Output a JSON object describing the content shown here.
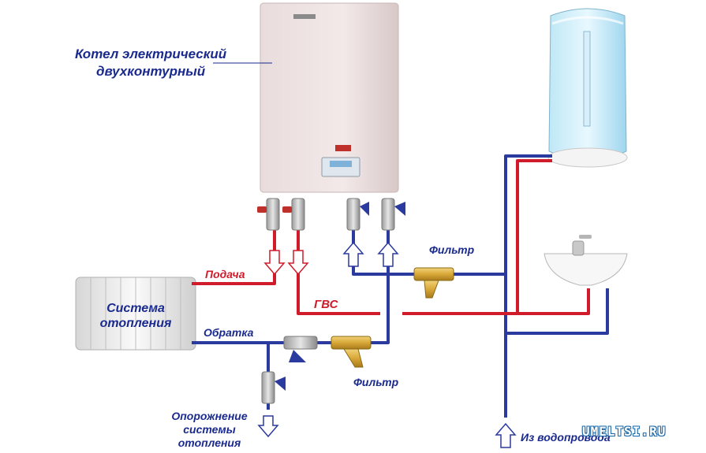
{
  "boiler": {
    "title_line1": "Котел электрический",
    "title_line2": "двухконтурный"
  },
  "labels": {
    "supply": "Подача",
    "return": "Обратка",
    "hot_water": "ГВС",
    "filter_top": "Фильтр",
    "filter_bottom": "Фильтр",
    "heating_line1": "Система",
    "heating_line2": "отопления",
    "drain_line1": "Опорожнение",
    "drain_line2": "системы",
    "drain_line3": "отопления",
    "water_inlet": "Из водопровода"
  },
  "watermark": "UMELTSI.RU",
  "colors": {
    "cold_pipe": "#2a3a9e",
    "hot_pipe": "#d01c2a",
    "label_blue": "#1a2a8e",
    "label_red": "#d01c2a"
  }
}
